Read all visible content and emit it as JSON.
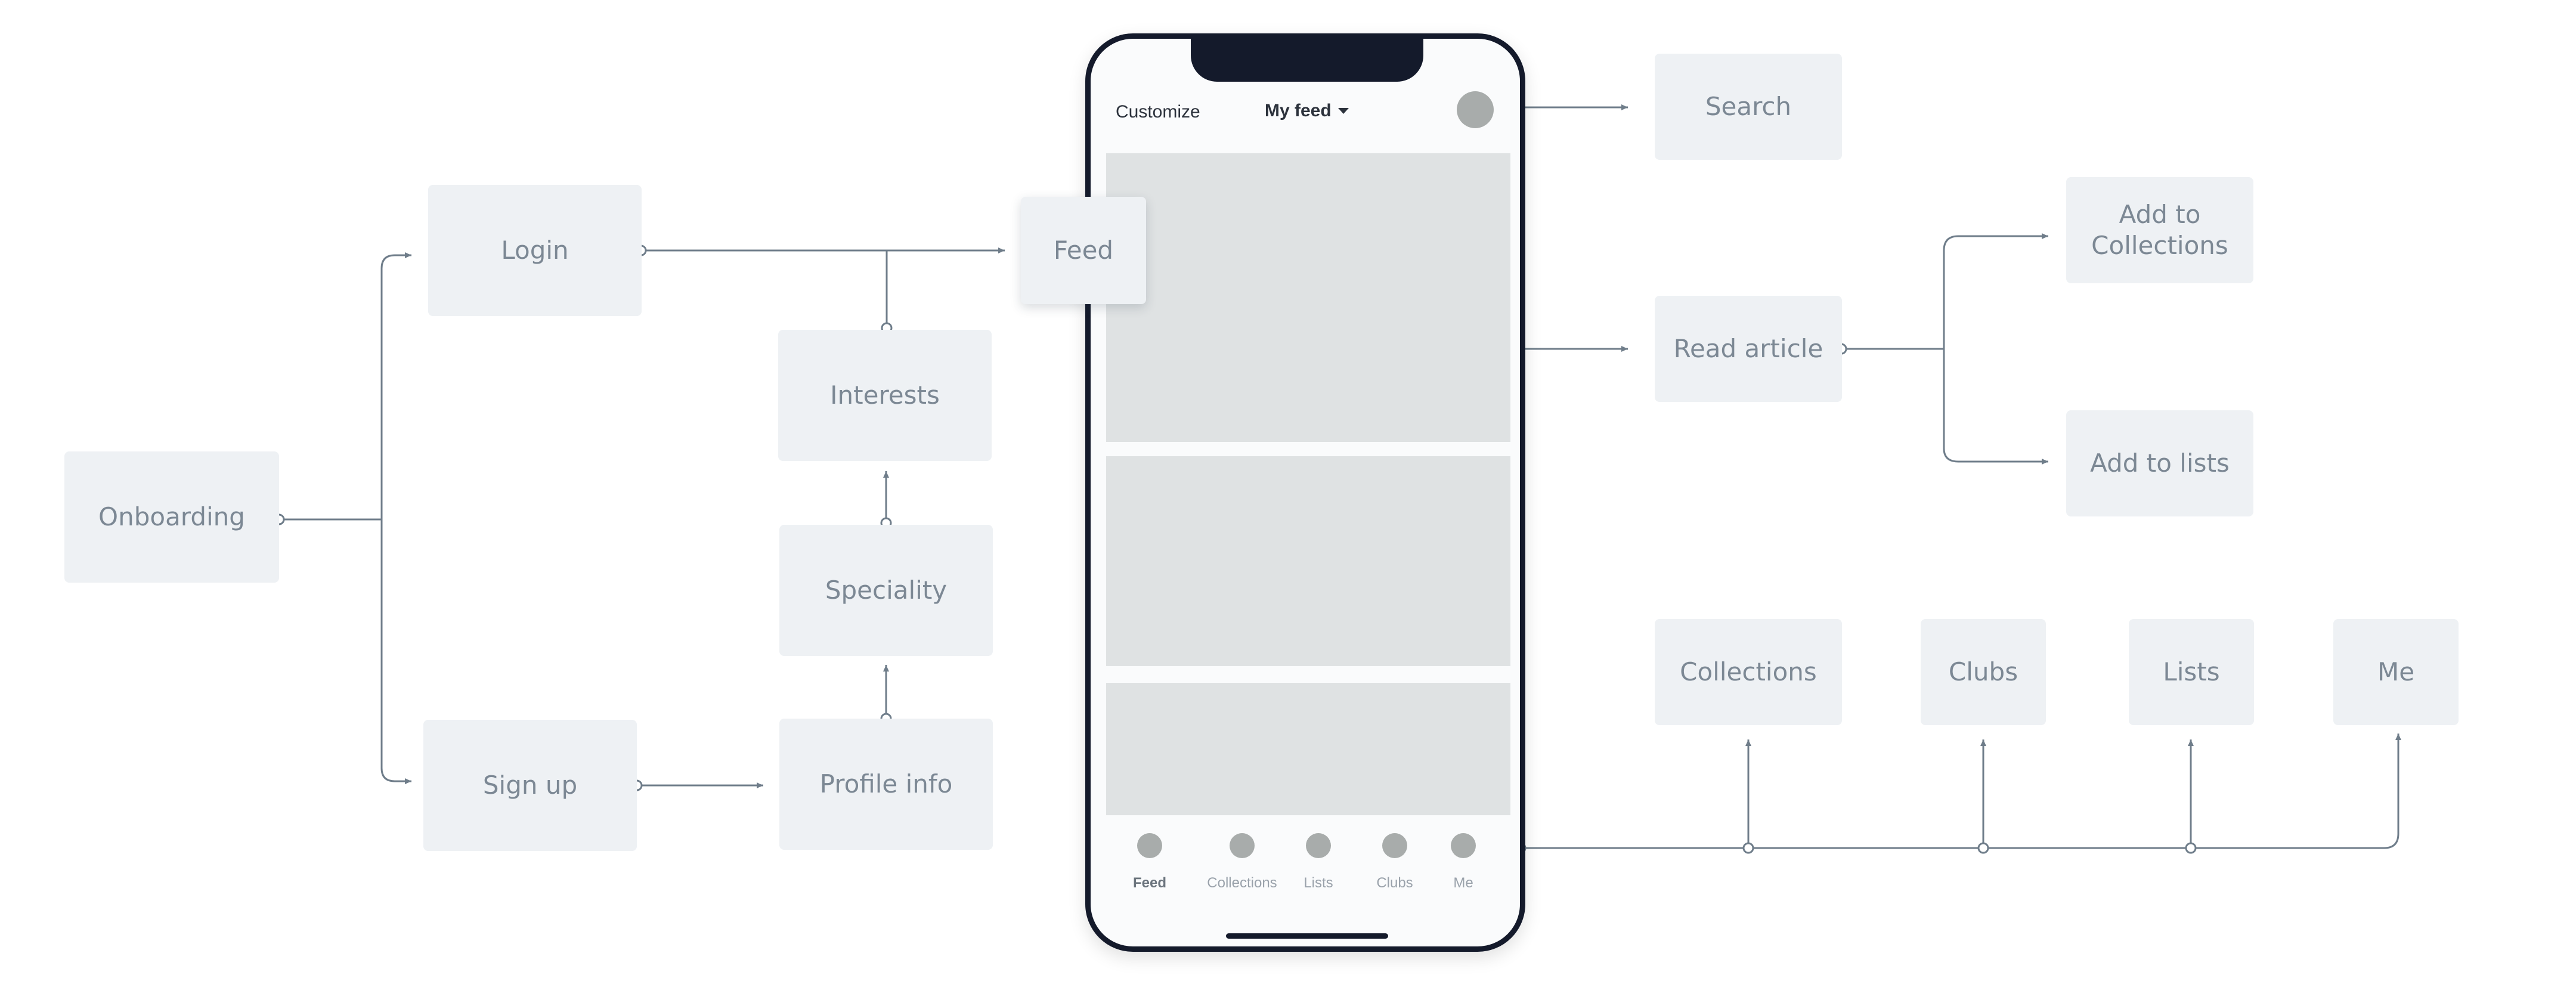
{
  "nodes": {
    "onboarding": "Onboarding",
    "login": "Login",
    "signup": "Sign up",
    "interests": "Interests",
    "speciality": "Speciality",
    "profile_info": "Profile info",
    "feed": "Feed",
    "search": "Search",
    "read_article": "Read article",
    "add_to_collections": "Add to Collections",
    "add_to_lists": "Add to lists",
    "collections": "Collections",
    "clubs": "Clubs",
    "lists": "Lists",
    "me": "Me"
  },
  "phone": {
    "customize": "Customize",
    "feed_select": "My feed",
    "tabs": [
      {
        "label": "Feed",
        "active": true
      },
      {
        "label": "Collections",
        "active": false
      },
      {
        "label": "Lists",
        "active": false
      },
      {
        "label": "Clubs",
        "active": false
      },
      {
        "label": "Me",
        "active": false
      }
    ]
  },
  "colors": {
    "node_bg": "#eef1f4",
    "node_text": "#7c8894",
    "wire": "#6f7d8a",
    "phone_frame": "#141a2b",
    "placeholder": "#dfe2e3"
  }
}
